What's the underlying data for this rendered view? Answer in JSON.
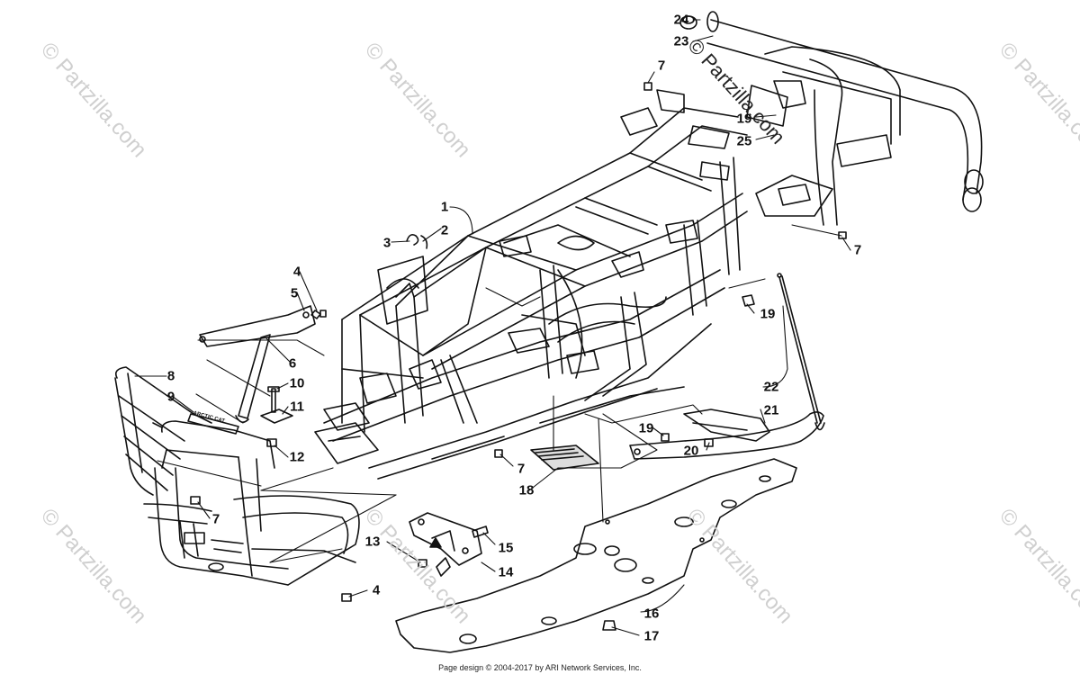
{
  "watermark_text": "© Partzilla.com",
  "footer": "Page design © 2004-2017 by ARI Network Services, Inc.",
  "badge_text": "ARCTIC CAT",
  "callouts": [
    {
      "id": "c24",
      "label": "24"
    },
    {
      "id": "c23",
      "label": "23"
    },
    {
      "id": "c7a",
      "label": "7"
    },
    {
      "id": "c19a",
      "label": "19"
    },
    {
      "id": "c25",
      "label": "25"
    },
    {
      "id": "c1",
      "label": "1"
    },
    {
      "id": "c2",
      "label": "2"
    },
    {
      "id": "c3",
      "label": "3"
    },
    {
      "id": "c7b",
      "label": "7"
    },
    {
      "id": "c4a",
      "label": "4"
    },
    {
      "id": "c5",
      "label": "5"
    },
    {
      "id": "c19b",
      "label": "19"
    },
    {
      "id": "c6",
      "label": "6"
    },
    {
      "id": "c8",
      "label": "8"
    },
    {
      "id": "c9",
      "label": "9"
    },
    {
      "id": "c10",
      "label": "10"
    },
    {
      "id": "c11",
      "label": "11"
    },
    {
      "id": "c22",
      "label": "22"
    },
    {
      "id": "c21",
      "label": "21"
    },
    {
      "id": "c12",
      "label": "12"
    },
    {
      "id": "c19c",
      "label": "19"
    },
    {
      "id": "c20",
      "label": "20"
    },
    {
      "id": "c7c",
      "label": "7"
    },
    {
      "id": "c18",
      "label": "18"
    },
    {
      "id": "c7d",
      "label": "7"
    },
    {
      "id": "c13",
      "label": "13"
    },
    {
      "id": "c15",
      "label": "15"
    },
    {
      "id": "c14",
      "label": "14"
    },
    {
      "id": "c4b",
      "label": "4"
    },
    {
      "id": "c16",
      "label": "16"
    },
    {
      "id": "c17",
      "label": "17"
    }
  ]
}
